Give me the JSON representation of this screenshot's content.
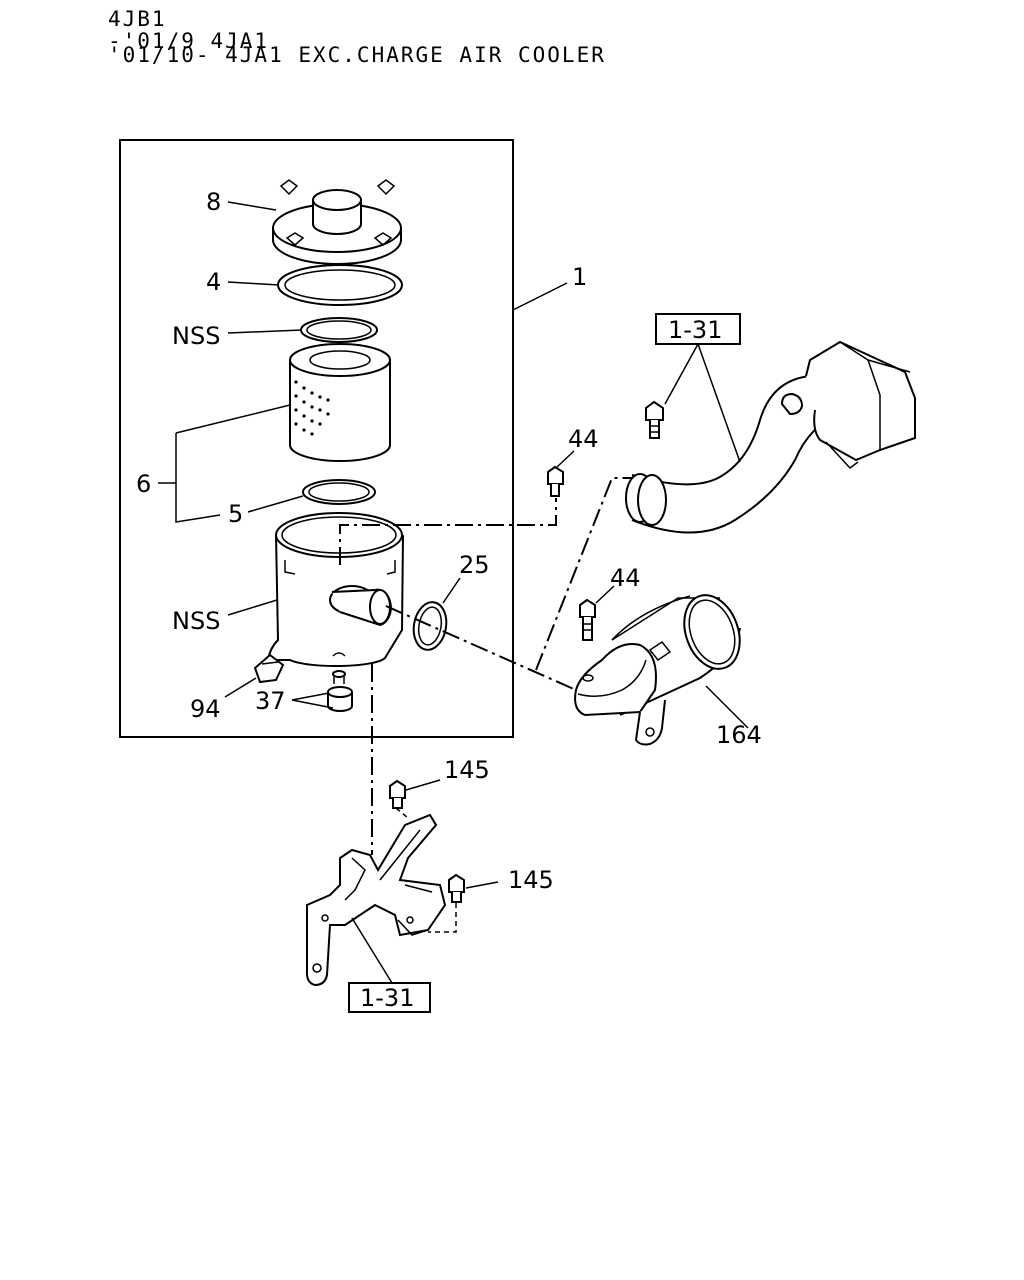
{
  "header": {
    "line1": "4JB1",
    "line2": "-'01/9 4JA1",
    "line3": "'01/10- 4JA1 EXC.CHARGE AIR COOLER"
  },
  "callouts": {
    "c8": "8",
    "c4": "4",
    "c1": "1",
    "nss_top": "NSS",
    "c6": "6",
    "c5": "5",
    "nss_body": "NSS",
    "c94": "94",
    "c37": "37",
    "c25": "25",
    "c44_top": "44",
    "c44_mid": "44",
    "c164": "164",
    "c145_top": "145",
    "c145_mid": "145",
    "ref_top": "1-31",
    "ref_bottom": "1-31"
  }
}
